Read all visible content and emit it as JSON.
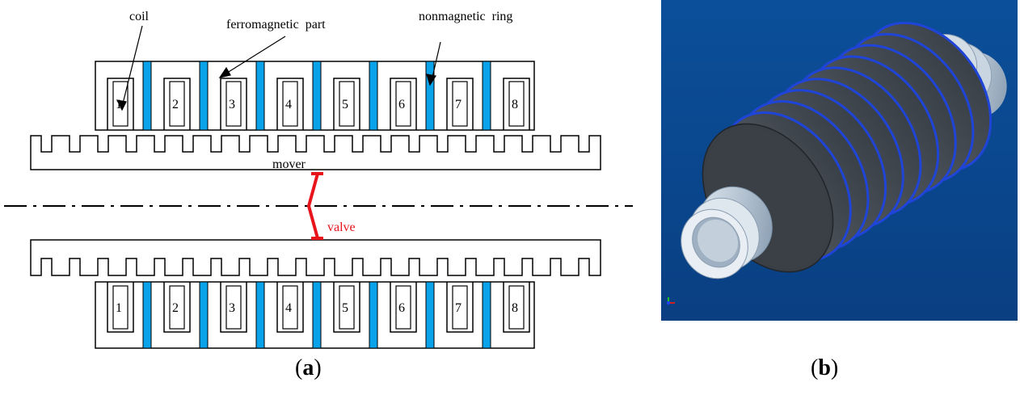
{
  "panel_a": {
    "caption_letter": "a",
    "labels": {
      "coil": "coil",
      "ferromagnetic": "ferromagnetic  part",
      "nonmagnetic": "nonmagnetic  ring",
      "mover": "mover",
      "valve": "valve"
    },
    "coil_numbers": [
      "1",
      "2",
      "3",
      "4",
      "5",
      "6",
      "7",
      "8"
    ],
    "colors": {
      "ring": "#0aa2e8",
      "valve": "#e8141c",
      "line": "#000000"
    }
  },
  "panel_b": {
    "caption_letter": "b",
    "colors": {
      "background": "#0b4f9a",
      "body": "#3c4148",
      "ring": "#1f45d8",
      "tube": "#b9c6d2"
    }
  }
}
